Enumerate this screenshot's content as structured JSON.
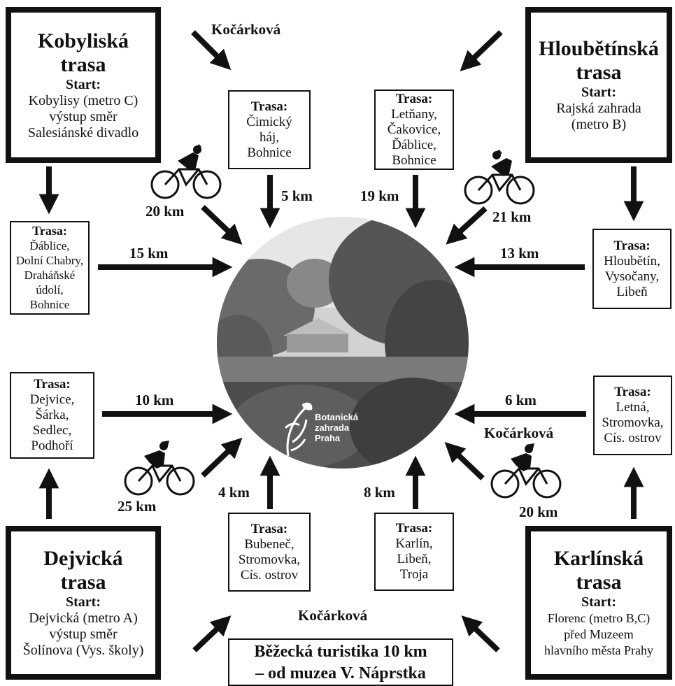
{
  "main_routes": {
    "kobyliska": {
      "title": [
        "Kobyliská",
        "trasa"
      ],
      "start_label": "Start:",
      "lines": [
        "Kobylisy (metro C)",
        "výstup směr",
        "Salesiánské divadlo"
      ]
    },
    "hloubetinska": {
      "title": [
        "Hloubětínská",
        "trasa"
      ],
      "start_label": "Start:",
      "lines": [
        "Rajská zahrada",
        "(metro B)"
      ]
    },
    "dejvicka": {
      "title": [
        "Dejvická",
        "trasa"
      ],
      "start_label": "Start:",
      "lines": [
        "Dejvická (metro A)",
        "výstup směr",
        "Šolínova (Vys. školy)"
      ]
    },
    "karlinska": {
      "title": [
        "Karlínská",
        "trasa"
      ],
      "start_label": "Start:",
      "lines": [
        "Florenc (metro B,C)",
        "před Muzeem",
        "hlavního města Prahy"
      ]
    }
  },
  "sub_routes": {
    "cimicky": {
      "label": "Trasa:",
      "lines": [
        "Čimický",
        "háj,",
        "Bohnice"
      ],
      "distance": "5 km"
    },
    "letnany": {
      "label": "Trasa:",
      "lines": [
        "Letňany,",
        "Čakovice,",
        "Ďáblice,",
        "Bohnice"
      ],
      "distance": "19 km"
    },
    "dablice": {
      "label": "Trasa:",
      "lines": [
        "Ďáblice,",
        "Dolní Chabry,",
        "Draháňské",
        "údolí,",
        "Bohnice"
      ],
      "distance": "15 km"
    },
    "hloubetin": {
      "label": "Trasa:",
      "lines": [
        "Hloubětín,",
        "Vysočany,",
        "Libeň"
      ],
      "distance": "13 km"
    },
    "dejvice": {
      "label": "Trasa:",
      "lines": [
        "Dejvice,",
        "Šárka,",
        "Sedlec,",
        "Podhoří"
      ],
      "distance": "10 km"
    },
    "letna": {
      "label": "Trasa:",
      "lines": [
        "Letná,",
        "Stromovka,",
        "Cís. ostrov"
      ],
      "distance": "6 km"
    },
    "bubenec": {
      "label": "Trasa:",
      "lines": [
        "Bubeneč,",
        "Stromovka,",
        "Cís. ostrov"
      ],
      "distance": "4 km"
    },
    "karlin": {
      "label": "Trasa:",
      "lines": [
        "Karlín,",
        "Libeň,",
        "Troja"
      ],
      "distance": "8 km"
    }
  },
  "bike_distances": {
    "kobyliska": "20 km",
    "hloubetinska": "21 km",
    "dejvicka": "25 km",
    "karlinska": "20 km"
  },
  "kocarkova_labels": [
    "Kočárková",
    "Kočárková",
    "Kočárková"
  ],
  "center_logo": [
    "Botanická",
    "zahrada",
    "Praha"
  ],
  "footer": [
    "Běžecká turistika 10 km",
    "– od muzea V. Náprstka"
  ],
  "colors": {
    "ink": "#111111",
    "paper": "#ffffff"
  },
  "icons": [
    "arrow",
    "cyclist-icon",
    "botanic-garden-logo-icon"
  ]
}
